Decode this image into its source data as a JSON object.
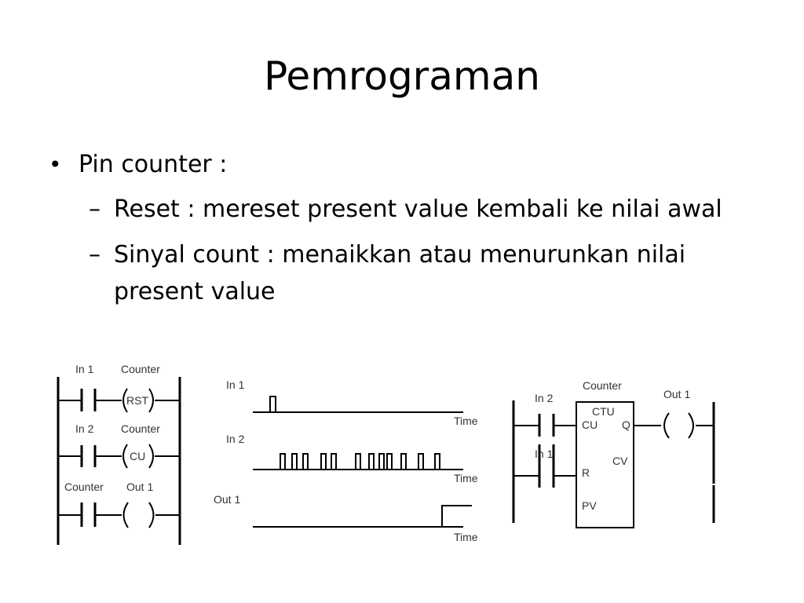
{
  "slide": {
    "title": "Pemrograman",
    "bullet": "Pin counter :",
    "sub_items": [
      {
        "label": "Reset :  mereset present value kembali ke nilai awal"
      },
      {
        "label": "Sinyal count : menaikkan atau menurunkan nilai",
        "continuation": "present value"
      }
    ]
  },
  "ladder_left": {
    "contact1": "In 1",
    "coil1_title": "Counter",
    "coil1": "RST",
    "contact2": "In 2",
    "coil2_title": "Counter",
    "coil2": "CU",
    "contact3": "Counter",
    "coil3_title": "Out 1"
  },
  "timing": {
    "signals": [
      "In 1",
      "In 2",
      "Out 1"
    ],
    "time_label": "Time"
  },
  "ladder_right": {
    "block_title": "Counter",
    "block_name": "CTU",
    "contact_top": "In 2",
    "contact_bottom": "In 1",
    "pin_cu": "CU",
    "pin_q": "Q",
    "pin_cv": "CV",
    "pin_r": "R",
    "pin_pv": "PV",
    "coil": "Out 1"
  }
}
